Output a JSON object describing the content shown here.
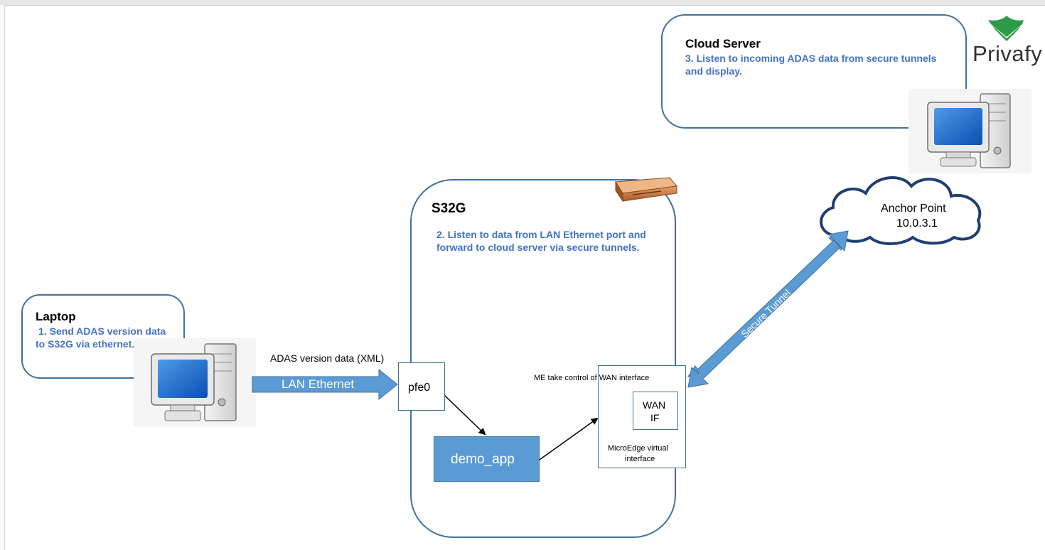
{
  "laptop": {
    "title": "Laptop",
    "step": "1. Send ADAS version data to S32G via ethernet."
  },
  "cloud_server": {
    "title": "Cloud Server",
    "step": "3. Listen to incoming ADAS data from secure tunnels and display."
  },
  "s32g": {
    "title": "S32G",
    "step": "2. Listen to data from LAN Ethernet port and forward to cloud server via secure tunnels."
  },
  "anchor_point": {
    "label": "Anchor Point",
    "ip": "10.0.3.1"
  },
  "brand": {
    "name": "Privafy",
    "color": "#2e9a47"
  },
  "links": {
    "adas_data_label": "ADAS version data (XML)",
    "lan_arrow_label": "LAN Ethernet",
    "secure_tunnel_label": "Secure Tunnel"
  },
  "nodes": {
    "pfe0": "pfe0",
    "demo_app": "demo_app",
    "wan_if_line1": "WAN",
    "wan_if_line2": "IF",
    "me_control": "ME take control of WAN interface",
    "microedge_line1": "MicroEdge virtual",
    "microedge_line2": "interface"
  },
  "colors": {
    "border_blue": "#41719c",
    "arrow_fill": "#5b9bd5",
    "step_text": "#4472c4"
  },
  "icons": [
    "computer-icon",
    "router-device-icon",
    "cloud-icon",
    "privafy-shield-icon"
  ]
}
